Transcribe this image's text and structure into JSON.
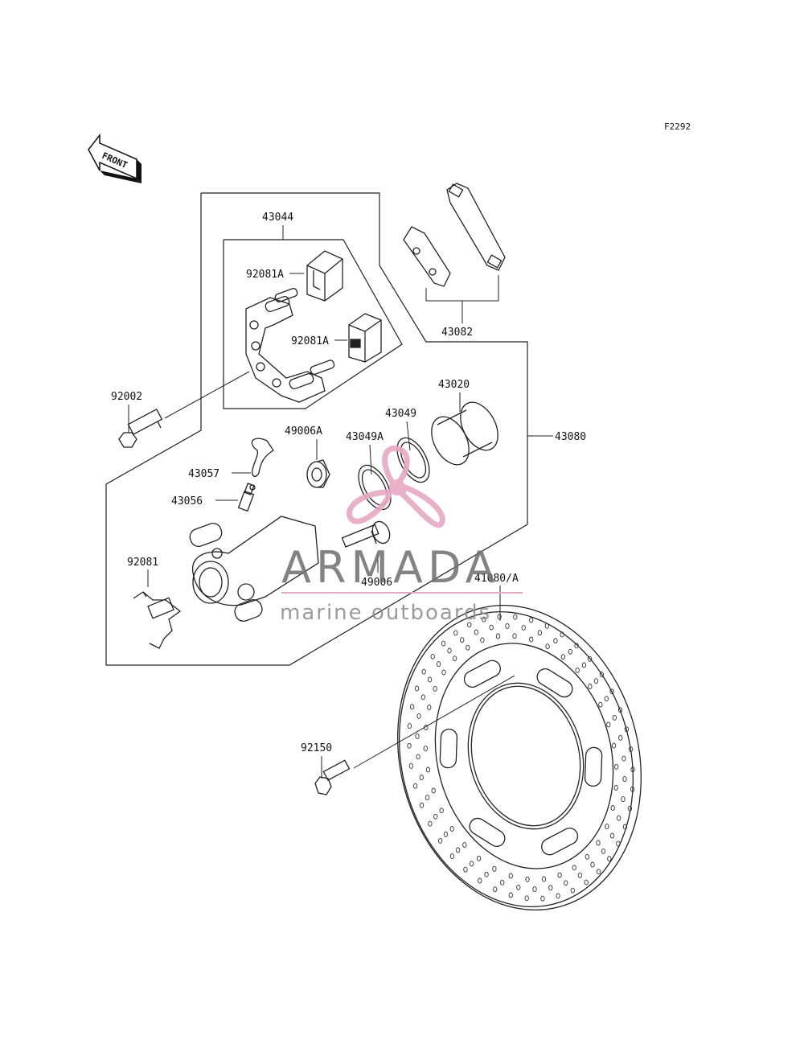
{
  "figure_code": "F2292",
  "front_label": "FRONT",
  "parts": {
    "p43044": "43044",
    "p92081A_top": "92081A",
    "p92081A_bottom": "92081A",
    "p92002": "92002",
    "p43082": "43082",
    "p43020": "43020",
    "p43049": "43049",
    "p43049A": "43049A",
    "p49006A": "49006A",
    "p43080": "43080",
    "p43057": "43057",
    "p43056": "43056",
    "p92081": "92081",
    "p49006": "49006",
    "p41080A": "41080/A",
    "p92150": "92150"
  },
  "watermark": {
    "brand": "ARMADA",
    "tagline": "marine outboards",
    "accent_color": "#e6a9c4",
    "text_color": "#6e6e6e"
  }
}
